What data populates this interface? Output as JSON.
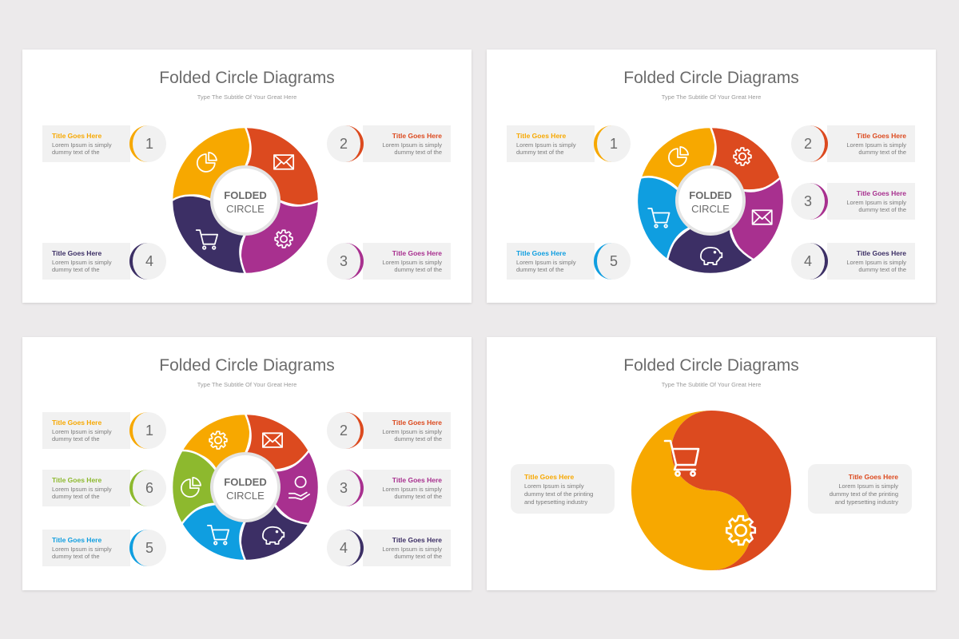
{
  "slides": [
    {
      "title": "Folded Circle Diagrams",
      "subtitle": "Type The Subtitle Of Your Great Here",
      "center_line1": "FOLDED",
      "center_line2": "CIRCLE",
      "items": [
        {
          "num": "1",
          "title": "Title Goes Here",
          "desc": "Lorem Ipsum is simply dummy text of the",
          "color": "#f7a800",
          "icon": "pie-chart-icon"
        },
        {
          "num": "2",
          "title": "Title Goes Here",
          "desc": "Lorem Ipsum is simply dummy text of the",
          "color": "#dc4a1f",
          "icon": "envelope-icon"
        },
        {
          "num": "3",
          "title": "Title Goes Here",
          "desc": "Lorem Ipsum is simply dummy text of the",
          "color": "#a8308f",
          "icon": "gear-icon"
        },
        {
          "num": "4",
          "title": "Title Goes Here",
          "desc": "Lorem Ipsum is simply dummy text of the",
          "color": "#3c2f65",
          "icon": "shopping-cart-icon"
        }
      ]
    },
    {
      "title": "Folded Circle Diagrams",
      "subtitle": "Type The Subtitle Of Your Great Here",
      "center_line1": "FOLDED",
      "center_line2": "CIRCLE",
      "items": [
        {
          "num": "1",
          "title": "Title Goes Here",
          "desc": "Lorem Ipsum is simply dummy text of the",
          "color": "#f7a800",
          "icon": "pie-chart-icon"
        },
        {
          "num": "2",
          "title": "Title Goes Here",
          "desc": "Lorem Ipsum is simply dummy text of the",
          "color": "#dc4a1f",
          "icon": "gear-icon"
        },
        {
          "num": "3",
          "title": "Title Goes Here",
          "desc": "Lorem Ipsum is simply dummy text of the",
          "color": "#a8308f",
          "icon": "envelope-icon"
        },
        {
          "num": "4",
          "title": "Title Goes Here",
          "desc": "Lorem Ipsum is simply dummy text of the",
          "color": "#3c2f65",
          "icon": "piggy-bank-icon"
        },
        {
          "num": "5",
          "title": "Title Goes Here",
          "desc": "Lorem Ipsum is simply dummy text of the",
          "color": "#0f9ee0",
          "icon": "shopping-cart-icon"
        }
      ]
    },
    {
      "title": "Folded Circle Diagrams",
      "subtitle": "Type The Subtitle Of Your Great Here",
      "center_line1": "FOLDED",
      "center_line2": "CIRCLE",
      "items": [
        {
          "num": "1",
          "title": "Title Goes Here",
          "desc": "Lorem Ipsum is simply dummy text of the",
          "color": "#f7a800",
          "icon": "gear-icon"
        },
        {
          "num": "2",
          "title": "Title Goes Here",
          "desc": "Lorem Ipsum is simply dummy text of the",
          "color": "#dc4a1f",
          "icon": "envelope-icon"
        },
        {
          "num": "3",
          "title": "Title Goes Here",
          "desc": "Lorem Ipsum is simply dummy text of the",
          "color": "#a8308f",
          "icon": "money-hand-icon"
        },
        {
          "num": "4",
          "title": "Title Goes Here",
          "desc": "Lorem Ipsum is simply dummy text of the",
          "color": "#3c2f65",
          "icon": "piggy-bank-icon"
        },
        {
          "num": "5",
          "title": "Title Goes Here",
          "desc": "Lorem Ipsum is simply dummy text of the",
          "color": "#0f9ee0",
          "icon": "shopping-cart-icon"
        },
        {
          "num": "6",
          "title": "Title Goes Here",
          "desc": "Lorem Ipsum is simply dummy text of the",
          "color": "#8db92e",
          "icon": "pie-chart-icon"
        }
      ]
    },
    {
      "title": "Folded Circle Diagrams",
      "subtitle": "Type The Subtitle Of Your Great Here",
      "items": [
        {
          "title": "Title Goes Here",
          "desc": "Lorem Ipsum is simply dummy text of the printing and typesetting industry",
          "color": "#f7a800",
          "icon": "shopping-cart-icon"
        },
        {
          "title": "Title Goes Here",
          "desc": "Lorem Ipsum is simply dummy text of the printing and typesetting industry",
          "color": "#dc4a1f",
          "icon": "gear-icon"
        }
      ]
    }
  ]
}
